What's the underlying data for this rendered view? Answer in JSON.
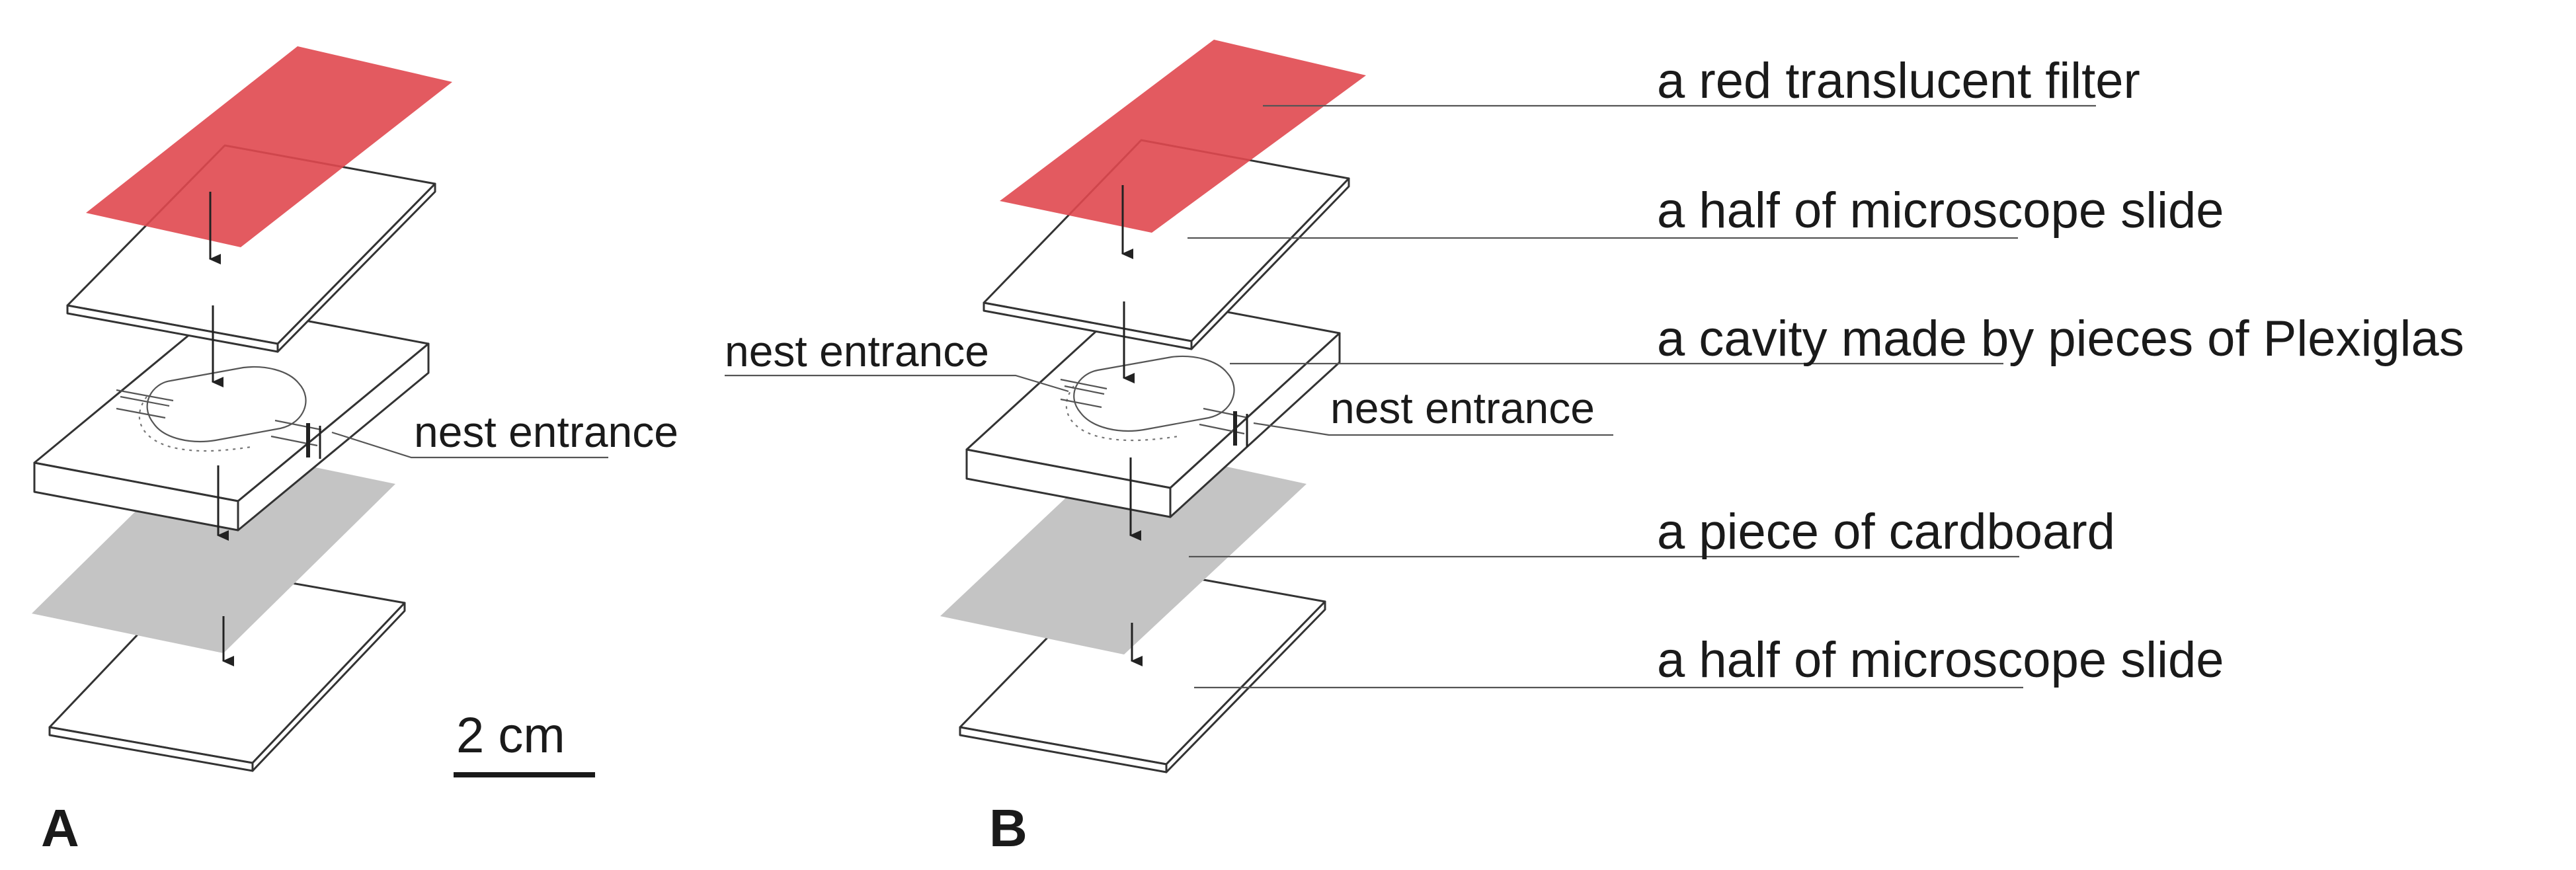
{
  "colors": {
    "filter": "#e0484f",
    "cardboard": "#c4c4c4",
    "line": "#333333"
  },
  "panels": {
    "a": {
      "letter": "A",
      "nest_entrance": "nest entrance",
      "scale_bar": "2 cm"
    },
    "b": {
      "letter": "B",
      "nest_entrance_left": "nest entrance",
      "nest_entrance_right": "nest entrance"
    }
  },
  "layers": [
    "a red translucent filter",
    "a half of microscope slide",
    "a cavity made by pieces of Plexiglas",
    "a piece of cardboard",
    "a half of microscope slide"
  ]
}
